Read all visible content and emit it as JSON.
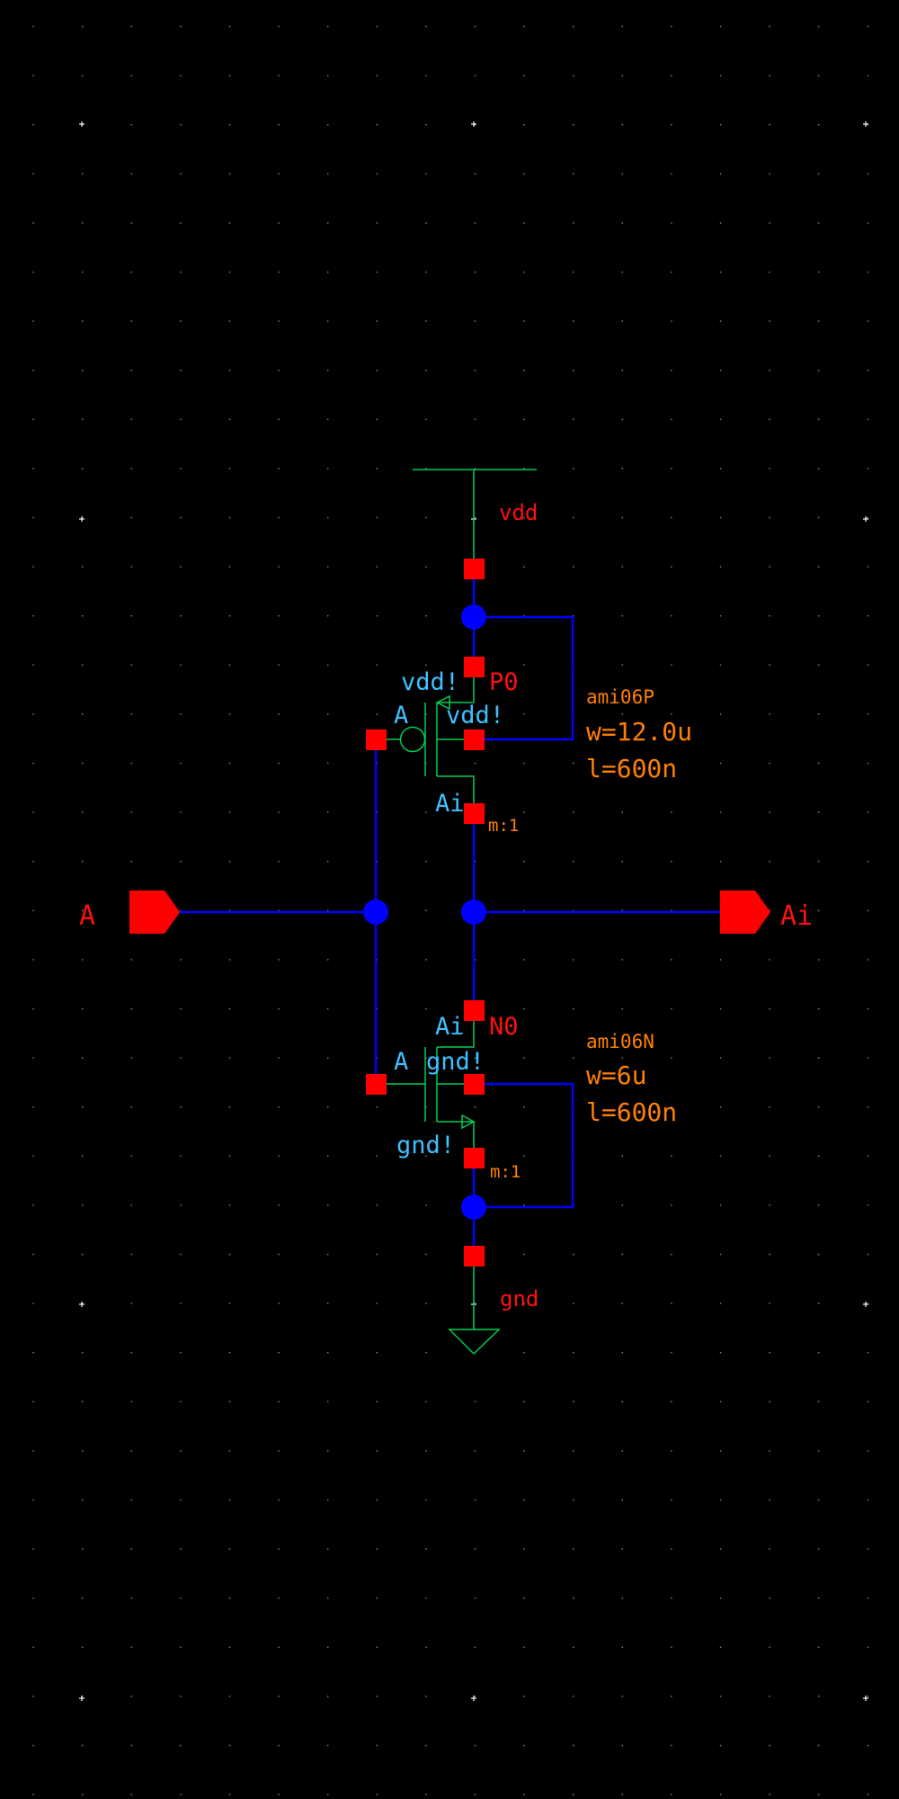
{
  "colors": {
    "wire": "#0000ff",
    "pin": "#ff0000",
    "symbol": "#00cc55",
    "label_blue": "#3fc0ff",
    "label_red": "#ff1010",
    "label_orange": "#ff8000",
    "background": "#000000"
  },
  "supply": {
    "vdd_label": "vdd",
    "gnd_label": "gnd"
  },
  "pins": {
    "input": "A",
    "output": "Ai"
  },
  "pmos": {
    "instance": "P0",
    "model": "ami06P",
    "width": "w=12.0u",
    "length": "l=600n",
    "multiplier": "m:1",
    "bulk_label": "vdd!",
    "gate_label": "A",
    "source_label": "vdd!",
    "drain_label": "Ai"
  },
  "nmos": {
    "instance": "N0",
    "model": "ami06N",
    "width": "w=6u",
    "length": "l=600n",
    "multiplier": "m:1",
    "drain_label": "Ai",
    "gate_label": "A",
    "bulk_label": "gnd!",
    "source_label": "gnd!"
  }
}
